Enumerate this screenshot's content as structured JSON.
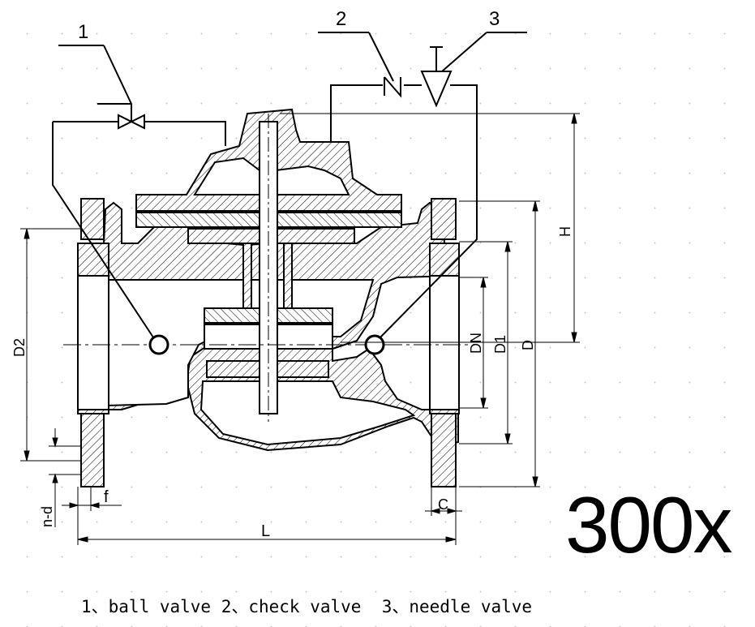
{
  "callouts": {
    "one": "1",
    "two": "2",
    "three": "3"
  },
  "dimensions": {
    "h": "H",
    "d2": "D2",
    "dn": "DN",
    "d1": "D1",
    "d": "D",
    "nd": "n-d",
    "f": "f",
    "c": "C",
    "l": "L"
  },
  "model": "300x",
  "legend": "1、ball valve 2、check valve  3、needle valve"
}
